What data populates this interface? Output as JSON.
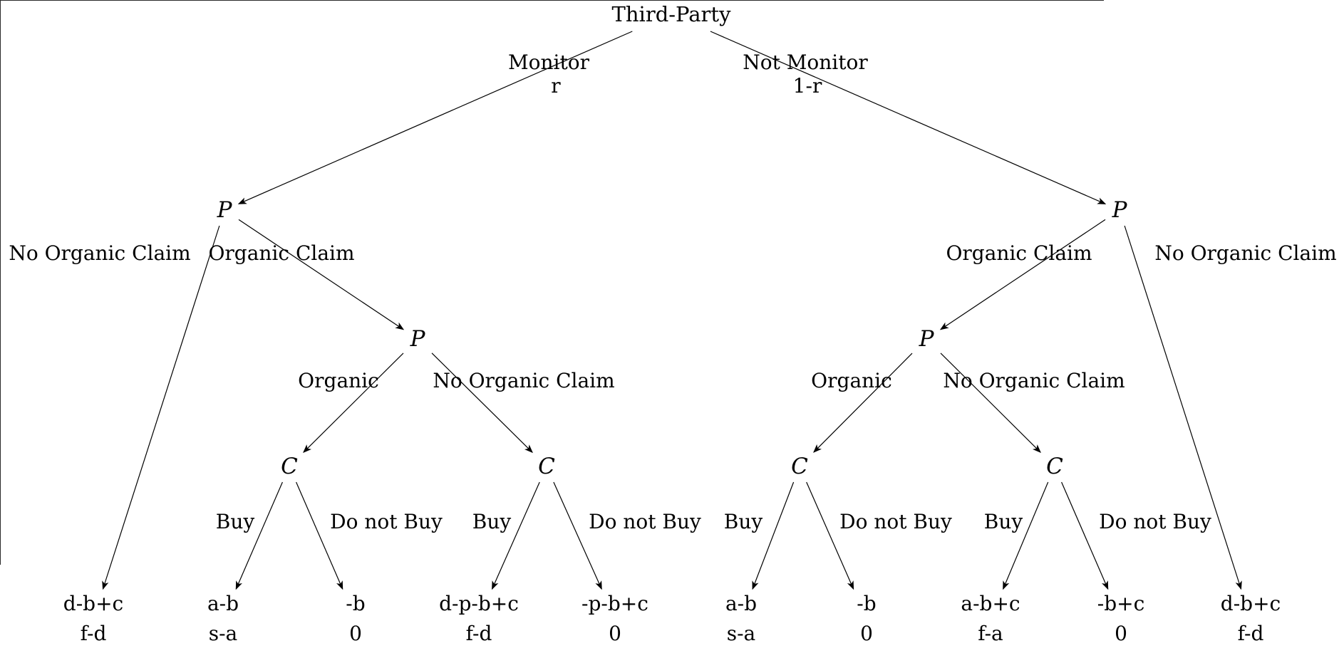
{
  "diagram": {
    "type": "decision-tree",
    "root_label": "Third-Party",
    "colors": {
      "line": "#000000",
      "text": "#000000",
      "background": "#ffffff"
    },
    "nodes": [
      {
        "id": "root",
        "label": "Third-Party"
      },
      {
        "id": "PL",
        "label": "P"
      },
      {
        "id": "PR",
        "label": "P"
      },
      {
        "id": "PML",
        "label": "P"
      },
      {
        "id": "PMR",
        "label": "P"
      },
      {
        "id": "C1",
        "label": "C"
      },
      {
        "id": "C2",
        "label": "C"
      },
      {
        "id": "C3",
        "label": "C"
      },
      {
        "id": "C4",
        "label": "C"
      }
    ],
    "leaves": [
      {
        "id": "L1",
        "lines": [
          "d-b+c",
          "f-d"
        ]
      },
      {
        "id": "L2",
        "lines": [
          "a-b",
          "s-a"
        ]
      },
      {
        "id": "L3",
        "lines": [
          "-b",
          "0"
        ]
      },
      {
        "id": "L4",
        "lines": [
          "d-p-b+c",
          "f-d"
        ]
      },
      {
        "id": "L5",
        "lines": [
          "-p-b+c",
          "0"
        ]
      },
      {
        "id": "L6",
        "lines": [
          "a-b",
          "s-a"
        ]
      },
      {
        "id": "L7",
        "lines": [
          "-b",
          "0"
        ]
      },
      {
        "id": "L8",
        "lines": [
          "a-b+c",
          "f-a"
        ]
      },
      {
        "id": "L9",
        "lines": [
          "-b+c",
          "0"
        ]
      },
      {
        "id": "L10",
        "lines": [
          "d-b+c",
          "f-d"
        ]
      }
    ],
    "edges": [
      {
        "from": "root",
        "to": "PL",
        "label": "Monitor",
        "sublabel": "r"
      },
      {
        "from": "root",
        "to": "PR",
        "label": "Not Monitor",
        "sublabel": "1-r"
      },
      {
        "from": "PL",
        "to": "L1",
        "label": "No Organic Claim"
      },
      {
        "from": "PL",
        "to": "PML",
        "label": "Organic Claim"
      },
      {
        "from": "PR",
        "to": "PMR",
        "label": "Organic Claim"
      },
      {
        "from": "PR",
        "to": "L10",
        "label": "No Organic Claim"
      },
      {
        "from": "PML",
        "to": "C1",
        "label": "Organic"
      },
      {
        "from": "PML",
        "to": "C2",
        "label": "No Organic Claim"
      },
      {
        "from": "PMR",
        "to": "C3",
        "label": "Organic"
      },
      {
        "from": "PMR",
        "to": "C4",
        "label": "No Organic Claim"
      },
      {
        "from": "C1",
        "to": "L2",
        "label": "Buy"
      },
      {
        "from": "C1",
        "to": "L3",
        "label": "Do not Buy"
      },
      {
        "from": "C2",
        "to": "L4",
        "label": "Buy"
      },
      {
        "from": "C2",
        "to": "L5",
        "label": "Do not Buy"
      },
      {
        "from": "C3",
        "to": "L6",
        "label": "Buy"
      },
      {
        "from": "C3",
        "to": "L7",
        "label": "Do not Buy"
      },
      {
        "from": "C4",
        "to": "L8",
        "label": "Buy"
      },
      {
        "from": "C4",
        "to": "L9",
        "label": "Do not Buy"
      }
    ]
  }
}
